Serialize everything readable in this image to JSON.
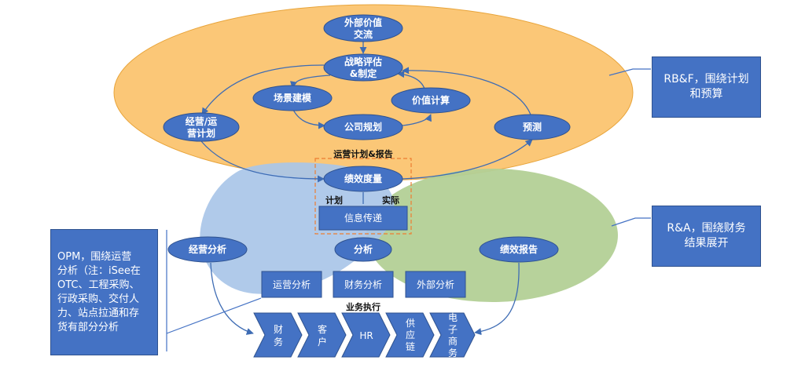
{
  "diagram": {
    "circles": {
      "external_value": [
        "外部价值",
        "交流"
      ],
      "strategy": [
        "战略评估",
        "&制定"
      ],
      "scenario": [
        "场景建模"
      ],
      "value_calc": [
        "价值计算"
      ],
      "ops_plan": [
        "经营/运",
        "营计划"
      ],
      "company_plan": [
        "公司规划"
      ],
      "forecast": [
        "预测"
      ],
      "performance_measure": [
        "绩效度量"
      ],
      "business_analysis": [
        "经营分析"
      ],
      "analysis": [
        "分析"
      ],
      "performance_report": [
        "绩效报告"
      ]
    },
    "labels": {
      "ops_plan_report": "运营计划&报告",
      "plan": "计划",
      "actual": "实际",
      "business_execution": "业务执行"
    },
    "boxes": {
      "info_transfer": "信息传递",
      "ops_analysis": "运营分析",
      "finance_analysis": "财务分析",
      "external_analysis": "外部分析"
    },
    "chevrons": [
      [
        "财",
        "务"
      ],
      [
        "客",
        "户"
      ],
      [
        "HR"
      ],
      [
        "供",
        "应",
        "链"
      ],
      [
        "电",
        "子",
        "商",
        "务"
      ]
    ]
  },
  "notes": {
    "rbf": [
      "RB&F，围绕计划",
      "和预算"
    ],
    "ra": [
      "R&A，围绕财务",
      "结果展开"
    ],
    "opm": [
      "OPM，围绕运营",
      "分析（注：iSee在",
      "OTC、工程采购、",
      "行政采购、交付人",
      "力、站点拉通和存",
      "货有部分分析"
    ]
  },
  "colors": {
    "orange_ellipse": "#fbc777",
    "blue_ellipse": "#a9c6e8",
    "green_ellipse": "#b3d096",
    "node_fill": "#4472c4",
    "node_stroke": "#2f528f",
    "arrow": "#3e6cb4",
    "dashed_box": "#ed7d31"
  }
}
